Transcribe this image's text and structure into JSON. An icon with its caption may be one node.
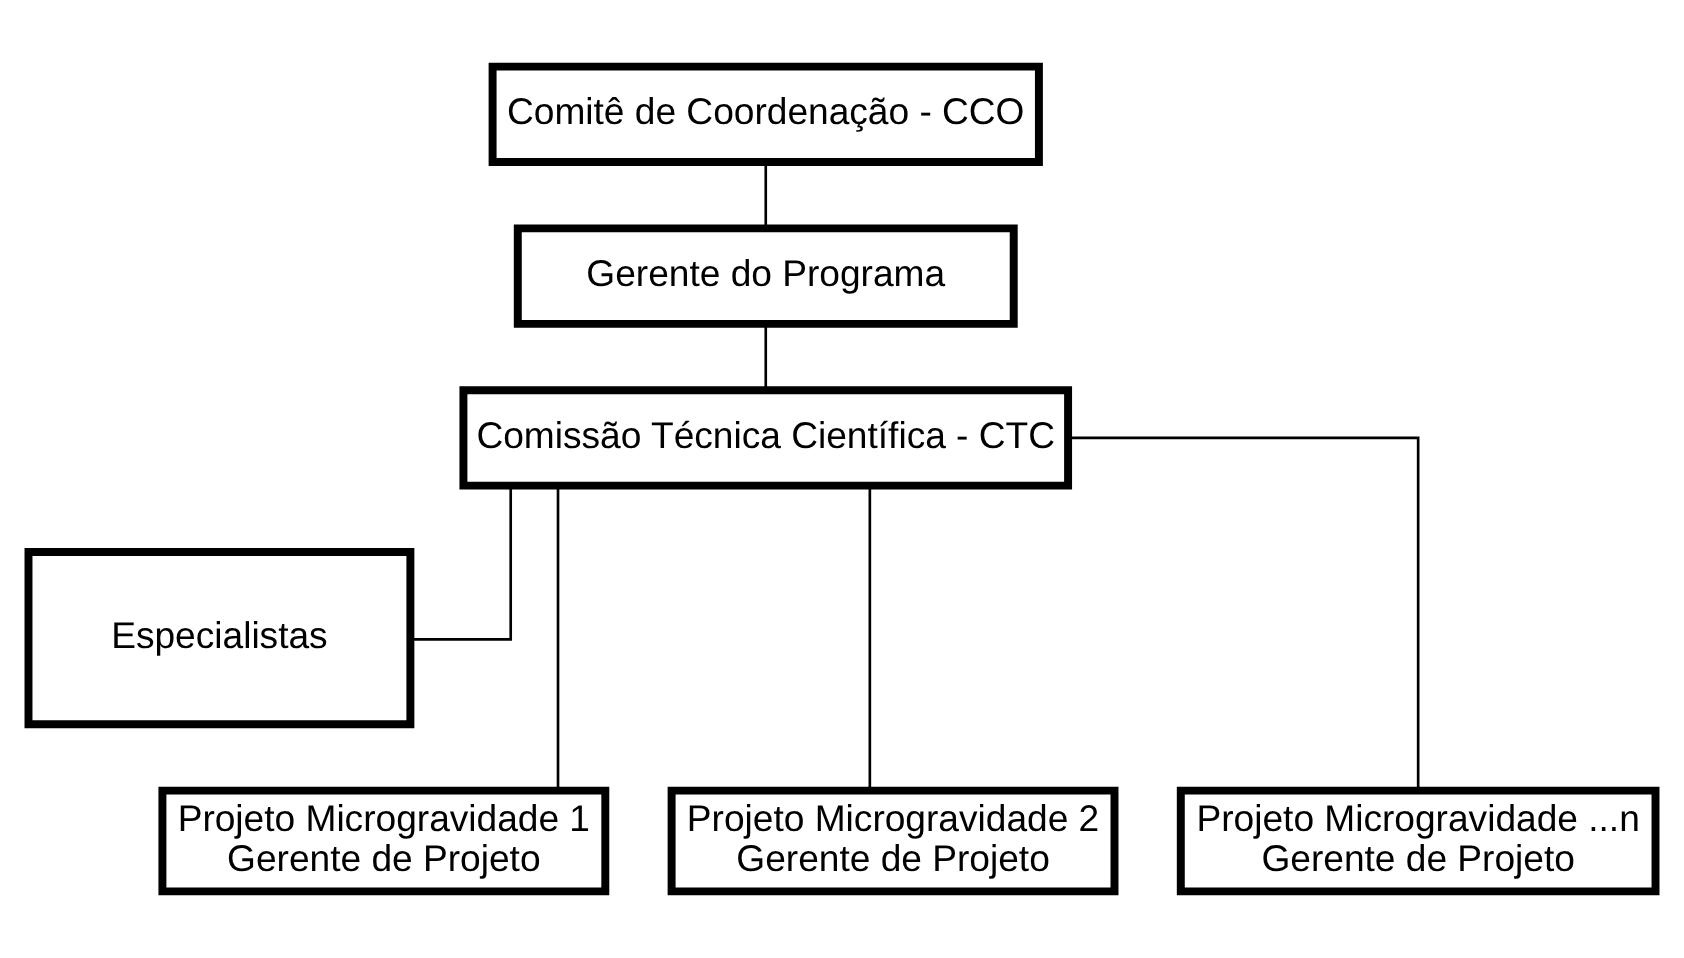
{
  "diagram": {
    "nodes": [
      {
        "text": [
          "Comitê de Coordenação - CCO"
        ]
      },
      {
        "text": [
          "Gerente do Programa"
        ]
      },
      {
        "text": [
          "Comissão Técnica Científica - CTC"
        ]
      },
      {
        "text": [
          "Especialistas"
        ]
      },
      {
        "text": [
          "Projeto Microgravidade 1",
          "Gerente de Projeto"
        ]
      },
      {
        "text": [
          "Projeto Microgravidade 2",
          "Gerente de Projeto"
        ]
      },
      {
        "text": [
          "Projeto Microgravidade ...n",
          "Gerente de Projeto"
        ]
      }
    ],
    "edges": [
      {
        "from": 0,
        "to": 1,
        "arrow": "none"
      },
      {
        "from": 1,
        "to": 2,
        "arrow": "none"
      },
      {
        "from": 2,
        "to": 3,
        "arrow": "none"
      },
      {
        "from": 2,
        "to": 4,
        "arrow": "none"
      },
      {
        "from": 2,
        "to": 5,
        "arrow": "none"
      },
      {
        "from": 2,
        "to": 6,
        "arrow": "none"
      }
    ]
  }
}
